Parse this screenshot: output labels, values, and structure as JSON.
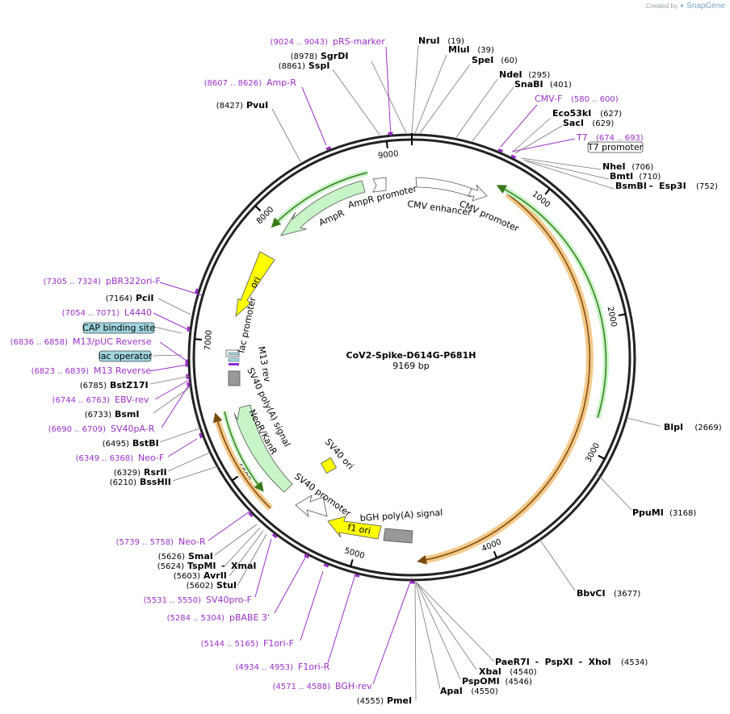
{
  "credit": {
    "prefix": "Created by",
    "brand": "SnapGene"
  },
  "plasmid": {
    "name": "CoV2-Spike-D614G-P681H",
    "length_label": "9169 bp",
    "length": 9169
  },
  "ticks": [
    "1000",
    "2000",
    "3000",
    "4000",
    "5000",
    "6000",
    "7000",
    "8000",
    "9000"
  ],
  "enzymes_top": [
    {
      "name": "NruI",
      "pos": "(19)"
    },
    {
      "name": "MluI",
      "pos": "(39)"
    },
    {
      "name": "SpeI",
      "pos": "(60)"
    },
    {
      "name": "NdeI",
      "pos": "(295)"
    },
    {
      "name": "SnaBI",
      "pos": "(401)"
    },
    {
      "name": "Eco53kI",
      "pos": "(627)"
    },
    {
      "name": "SacI",
      "pos": "(629)"
    },
    {
      "name": "NheI",
      "pos": "(706)"
    },
    {
      "name": "BmtI",
      "pos": "(710)"
    },
    {
      "name": "BsmBI",
      "sep": "-",
      "name2": "Esp3I",
      "pos": "(752)"
    },
    {
      "name": "SgrDI",
      "pos": "(8978)"
    },
    {
      "name": "SspI",
      "pos": "(8861)"
    },
    {
      "name": "PvuI",
      "pos": "(8427)"
    }
  ],
  "enzymes_right": [
    {
      "name": "BlpI",
      "pos": "(2669)"
    },
    {
      "name": "PpuMI",
      "pos": "(3168)"
    },
    {
      "name": "BbvCI",
      "pos": "(3677)"
    }
  ],
  "enzymes_bottom": [
    {
      "name": "PaeR7I",
      "sep": "-",
      "name2": "PspXI",
      "sep2": "-",
      "name3": "XhoI",
      "pos": "(4534)"
    },
    {
      "name": "XbaI",
      "pos": "(4540)"
    },
    {
      "name": "PspOMI",
      "pos": "(4546)"
    },
    {
      "name": "ApaI",
      "pos": "(4550)"
    },
    {
      "name": "PmeI",
      "pos": "(4555)"
    }
  ],
  "enzymes_left": [
    {
      "name": "PciI",
      "pos": "(7164)"
    },
    {
      "name": "BstZ17I",
      "pos": "(6785)"
    },
    {
      "name": "BsmI",
      "pos": "(6733)"
    },
    {
      "name": "BstBI",
      "pos": "(6495)"
    },
    {
      "name": "RsrII",
      "pos": "(6329)"
    },
    {
      "name": "BssHII",
      "pos": "(6210)"
    },
    {
      "name": "SmaI",
      "pos": "(5626)"
    },
    {
      "name": "TspMI",
      "sep": "-",
      "name2": "XmaI",
      "pos": "(5624)"
    },
    {
      "name": "AvrII",
      "pos": "(5603)"
    },
    {
      "name": "StuI",
      "pos": "(5602)"
    }
  ],
  "primers": [
    {
      "name": "pRS-marker",
      "pos": "(9024 .. 9043)"
    },
    {
      "name": "Amp-R",
      "pos": "(8607 .. 8626)"
    },
    {
      "name": "CMV-F",
      "pos": "(580 .. 600)"
    },
    {
      "name": "T7",
      "pos": "(674 .. 693)"
    },
    {
      "name": "pBR322ori-F",
      "pos": "(7305 .. 7324)"
    },
    {
      "name": "L4440",
      "pos": "(7054 .. 7071)"
    },
    {
      "name": "M13/pUC Reverse",
      "pos": "(6836 .. 6858)"
    },
    {
      "name": "M13 Reverse",
      "pos": "(6823 .. 6839)"
    },
    {
      "name": "EBV-rev",
      "pos": "(6744 .. 6763)"
    },
    {
      "name": "SV40pA-R",
      "pos": "(6690 .. 6709)"
    },
    {
      "name": "Neo-F",
      "pos": "(6349 .. 6368)"
    },
    {
      "name": "Neo-R",
      "pos": "(5739 .. 5758)"
    },
    {
      "name": "SV40pro-F",
      "pos": "(5531 .. 5550)"
    },
    {
      "name": "pBABE 3'",
      "pos": "(5284 .. 5304)"
    },
    {
      "name": "F1ori-F",
      "pos": "(5144 .. 5165)"
    },
    {
      "name": "F1ori-R",
      "pos": "(4934 .. 4953)"
    },
    {
      "name": "BGH-rev",
      "pos": "(4571 .. 4588)"
    }
  ],
  "boxed_labels": [
    "T7 promoter",
    "CAP binding site",
    "lac operator"
  ],
  "features": {
    "amp_promoter": "AmpR promoter",
    "ampr": "AmpR",
    "cmv_enhancer": "CMV enhancer",
    "cmv_promoter": "CMV promoter",
    "ori": "ori",
    "lac_promoter": "lac promoter",
    "m13_rev": "M13 rev",
    "sv40_polya": "SV40 poly(A) signal",
    "neor": "NeoR/KanR",
    "sv40_ori": "SV40 ori",
    "sv40_promoter": "SV40 promoter",
    "f1_ori": "f1 ori",
    "bgh": "bGH poly(A) signal"
  },
  "colors": {
    "primer": "#9b2fc9",
    "orf_fill": "#f0a030",
    "green_fill": "#c8f5c8",
    "yellow_fill": "#ffff00",
    "box_fill": "#9fd6e0"
  }
}
